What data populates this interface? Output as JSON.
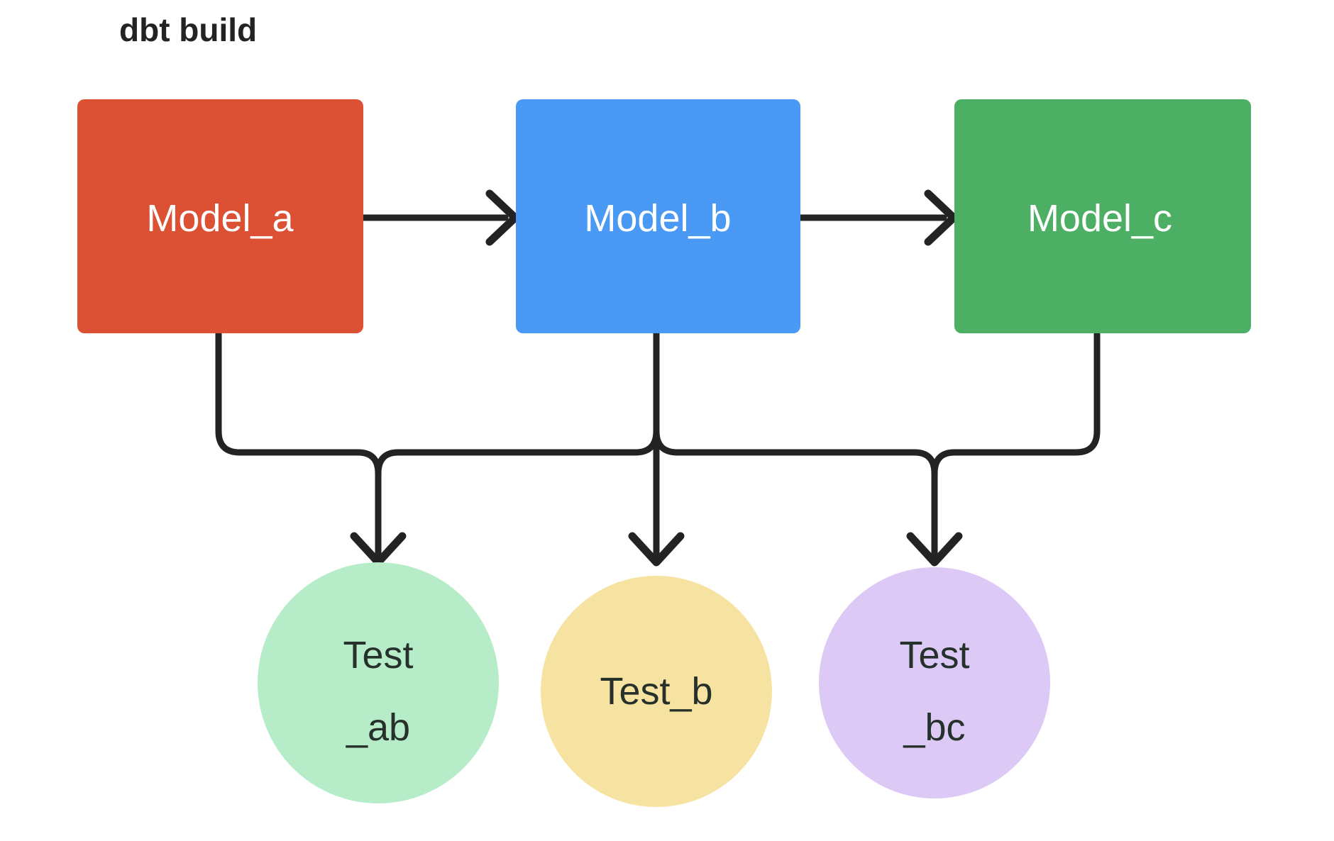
{
  "title": "dbt build",
  "colors": {
    "model_a_fill": "#DC5034",
    "model_b_fill": "#4A9AF5",
    "model_c_fill": "#4CAF63",
    "test_ab_fill": "#B6EDC8",
    "test_b_fill": "#F7E3A1",
    "test_bc_fill": "#DCC9F5",
    "edge_stroke": "#232323",
    "model_text": "#FFFFFF",
    "test_text": "#26312B",
    "background": "#FFFFFF"
  },
  "nodes": {
    "models": [
      {
        "id": "model_a",
        "label": "Model_a",
        "shape": "rounded-rect"
      },
      {
        "id": "model_b",
        "label": "Model_b",
        "shape": "rounded-rect"
      },
      {
        "id": "model_c",
        "label": "Model_c",
        "shape": "rounded-rect"
      }
    ],
    "tests": [
      {
        "id": "test_ab",
        "label_line1": "Test",
        "label_line2": "_ab",
        "shape": "circle"
      },
      {
        "id": "test_b",
        "label_line1": "Test_b",
        "label_line2": "",
        "shape": "circle"
      },
      {
        "id": "test_bc",
        "label_line1": "Test",
        "label_line2": "_bc",
        "shape": "circle"
      }
    ]
  },
  "edges": [
    {
      "from": "model_a",
      "to": "model_b",
      "style": "arrow-right"
    },
    {
      "from": "model_b",
      "to": "model_c",
      "style": "arrow-right"
    },
    {
      "from": "model_a",
      "to": "test_ab",
      "style": "elbow-down"
    },
    {
      "from": "model_b",
      "to": "test_ab",
      "style": "elbow-down"
    },
    {
      "from": "model_b",
      "to": "test_b",
      "style": "straight-down"
    },
    {
      "from": "model_b",
      "to": "test_bc",
      "style": "elbow-down"
    },
    {
      "from": "model_c",
      "to": "test_bc",
      "style": "elbow-down"
    }
  ]
}
